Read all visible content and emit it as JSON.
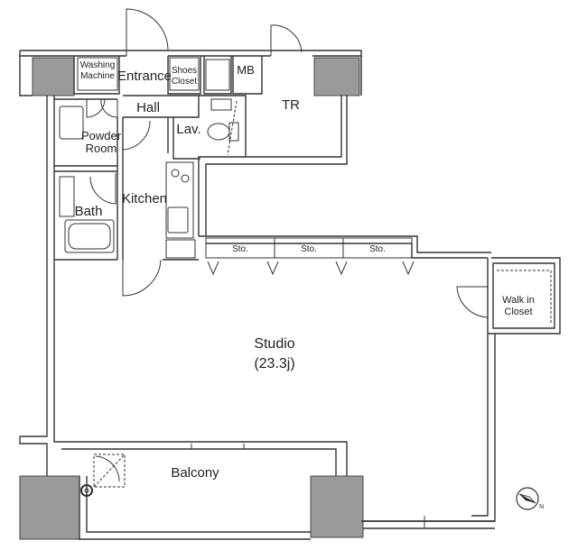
{
  "rooms": {
    "washing_machine": [
      "Washing",
      "Machine"
    ],
    "entrance": "Entrance",
    "shoes_closet": [
      "Shoes",
      "Closet"
    ],
    "mb": "MB",
    "tr": "TR",
    "hall": "Hall",
    "lav": "Lav.",
    "powder_room": [
      "Powder",
      "Room"
    ],
    "kitchen": "Kitchen",
    "bath": "Bath",
    "storage": [
      "Sto.",
      "Sto.",
      "Sto."
    ],
    "walk_in_closet": [
      "Walk in",
      "Closet"
    ],
    "studio": "Studio",
    "studio_size": "(23.3j)",
    "balcony": "Balcony"
  },
  "compass": {
    "north_label": "N"
  }
}
